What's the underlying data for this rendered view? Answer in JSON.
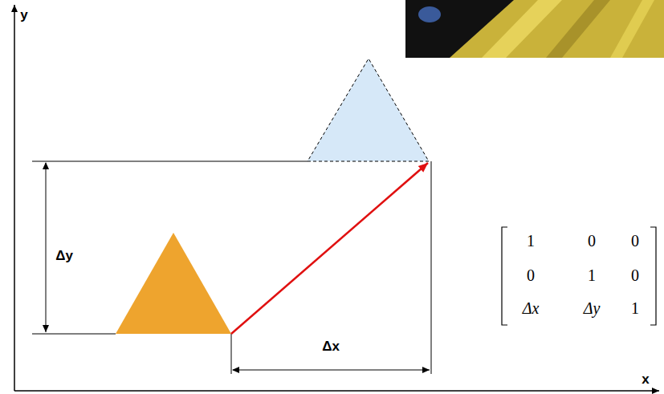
{
  "diagram": {
    "labels": [
      "y",
      "Δy",
      "Δx",
      "x",
      "1",
      "0",
      "0",
      "0",
      "1",
      "0",
      "Δx",
      "Δy",
      "1"
    ]
  }
}
